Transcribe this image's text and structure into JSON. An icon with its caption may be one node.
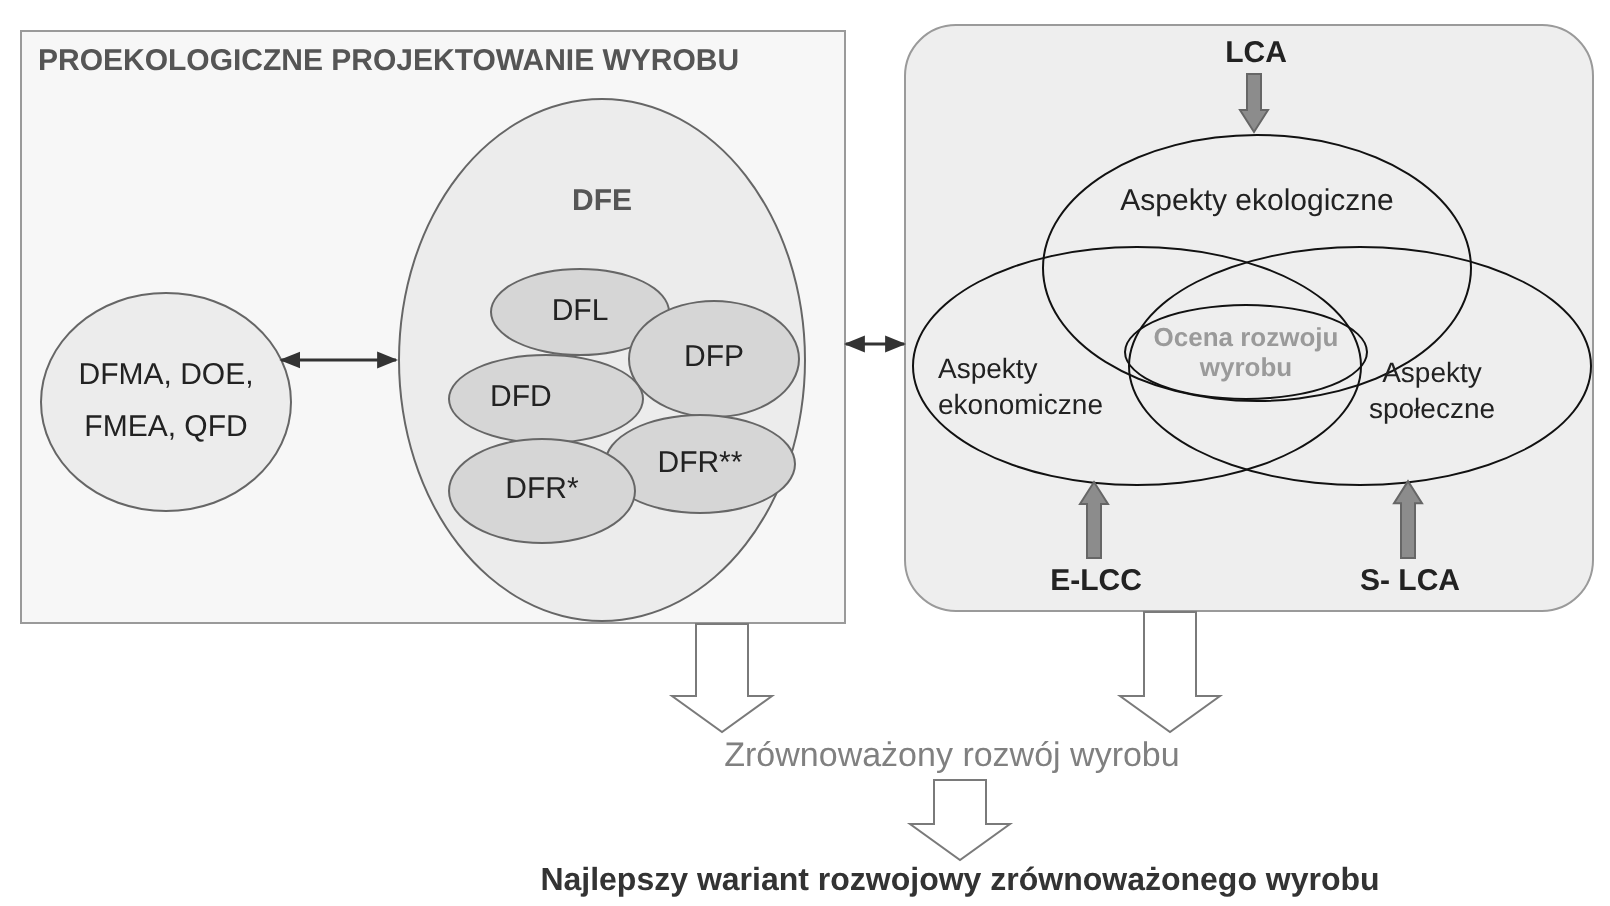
{
  "diagram": {
    "nodes": [
      {
        "text": [
          "PROEKOLOGICZNE PROJEKTOWANIE WYROBU"
        ]
      },
      {
        "text": [
          "DFMA, DOE, FMEA, QFD"
        ],
        "in": 0
      },
      {
        "text": [
          "DFE"
        ],
        "in": 0
      },
      {
        "text": [
          "DFL"
        ],
        "in": 2
      },
      {
        "text": [
          "DFP"
        ],
        "in": 2
      },
      {
        "text": [
          "DFD"
        ],
        "in": 2
      },
      {
        "text": [
          "DFR**"
        ],
        "in": 2
      },
      {
        "text": [
          "DFR*"
        ],
        "in": 2
      },
      {
        "text": [],
        "shape": "box"
      },
      {
        "text": [
          "LCA"
        ],
        "in": 8
      },
      {
        "text": [
          "Aspekty ekologiczne"
        ],
        "in": 8
      },
      {
        "text": [
          "Aspekty ekonomiczne"
        ],
        "in": 8
      },
      {
        "text": [
          "Ocena rozwoju wyrobu"
        ]
      },
      {
        "text": [
          "Aspekty społeczne"
        ],
        "in": 8
      },
      {
        "text": [
          "E-LCC"
        ],
        "in": 8
      },
      {
        "text": [
          "S- LCA"
        ],
        "in": 8
      },
      {
        "text": [
          "Zrównoważony rozwój wyrobu"
        ]
      },
      {
        "text": [
          "Najlepszy wariant rozwojowy zrównoważonego wyrobu"
        ]
      }
    ],
    "edges": [
      {
        "from": 1,
        "to": 2,
        "arrow": "both"
      },
      {
        "from": 0,
        "to": 8,
        "arrow": "both"
      },
      {
        "from": 9,
        "to": 10,
        "arrow": "to",
        "style": "thick",
        "color": "#8c8c8c"
      },
      {
        "from": 14,
        "to": 11,
        "arrow": "to",
        "style": "thick",
        "color": "#8c8c8c"
      },
      {
        "from": 15,
        "to": 13,
        "arrow": "to",
        "style": "thick",
        "color": "#8c8c8c"
      },
      {
        "from": 0,
        "to": 16,
        "arrow": "to",
        "style": "thick"
      },
      {
        "from": 8,
        "to": 16,
        "arrow": "to",
        "style": "thick"
      },
      {
        "from": 16,
        "to": 17,
        "arrow": "to",
        "style": "thick"
      }
    ]
  }
}
